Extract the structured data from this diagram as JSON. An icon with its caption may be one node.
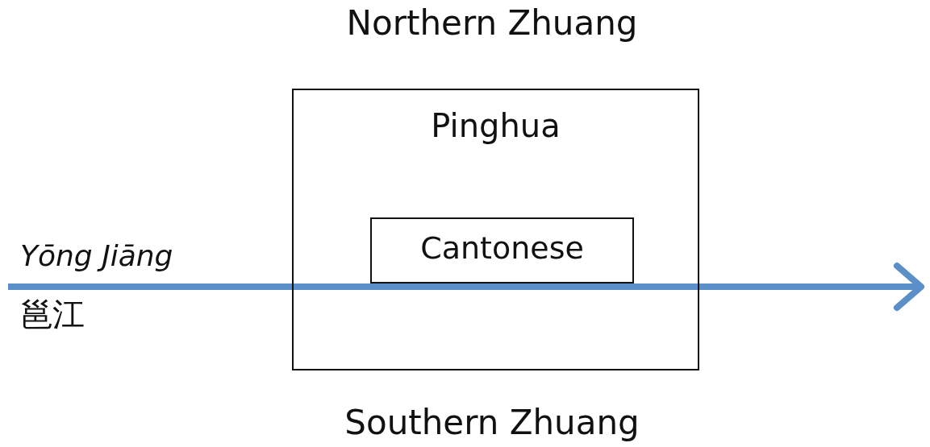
{
  "diagram": {
    "nodes": [
      {
        "text": [
          "Pinghua"
        ]
      },
      {
        "text": [
          "Cantonese"
        ],
        "in": 0
      }
    ],
    "labels": [
      "Northern Zhuang",
      "Yōng Jiāng",
      "邕江",
      "Southern Zhuang"
    ]
  }
}
